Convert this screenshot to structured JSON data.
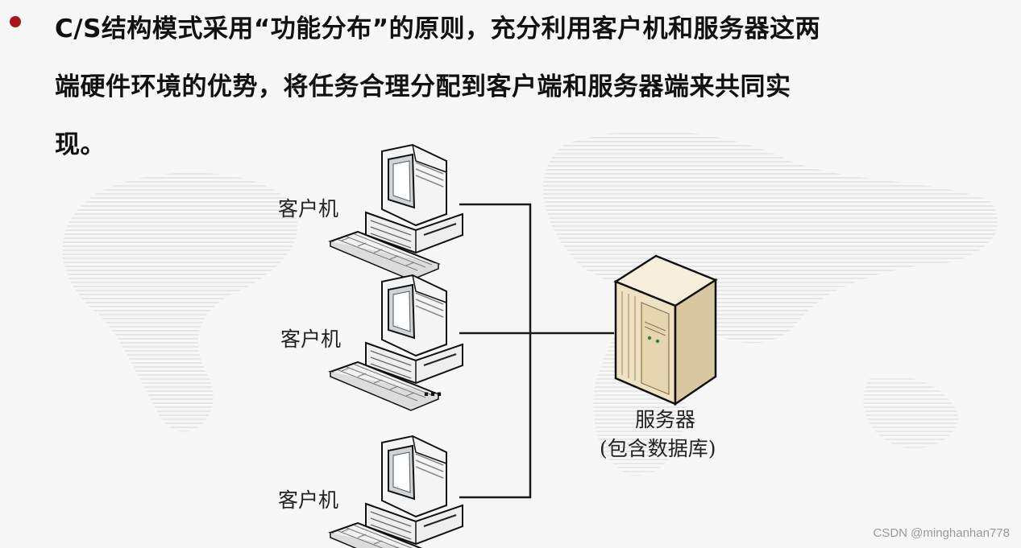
{
  "text": {
    "line1": "C/S结构模式采用“功能分布”的原则，充分利用客户机和服务器这两",
    "line2": "端硬件环境的优势，将任务合理分配到客户端和服务器端来共同实",
    "line3": "现。"
  },
  "diagram": {
    "clients": [
      {
        "label": "客户机"
      },
      {
        "label": "客户机"
      },
      {
        "label": "客户机"
      }
    ],
    "ellipsis": "…",
    "server": {
      "label": "服务器",
      "sublabel": "(包含数据库)"
    }
  },
  "colors": {
    "bullet": "#a8161b",
    "line": "#1a1a1a",
    "server_body": "#efe2c4"
  },
  "watermark": "CSDN @minghanhan778"
}
